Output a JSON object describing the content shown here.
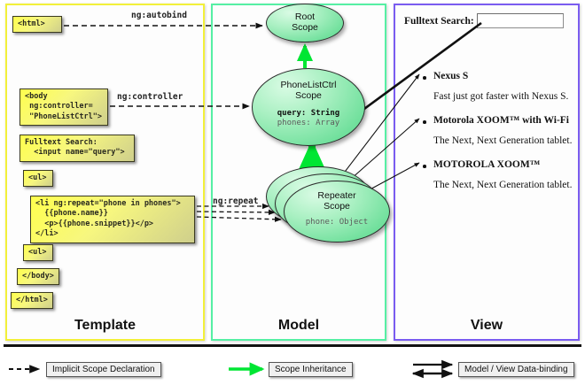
{
  "diagram": {
    "title": "AngularJS Template / Model / View data-binding diagram"
  },
  "columns": [
    {
      "id": "template",
      "label": "Template",
      "border_color": "#f2f03a"
    },
    {
      "id": "model",
      "label": "Model",
      "border_color": "#56efa4"
    },
    {
      "id": "view",
      "label": "View",
      "border_color": "#7a5cf0"
    }
  ],
  "template": {
    "boxes": [
      {
        "name": "html-open-box",
        "code": "<html>"
      },
      {
        "name": "body-open-box",
        "code": "<body\n ng:controller=\n \"PhoneListCtrl\">"
      },
      {
        "name": "search-input-box",
        "code": "Fulltext Search:\n  <input name=\"query\">"
      },
      {
        "name": "ul-open-box",
        "code": "<ul>"
      },
      {
        "name": "li-repeat-box",
        "code": "<li ng:repeat=\"phone in phones\">\n  {{phone.name}}\n  <p>{{phone.snippet}}</p>\n</li>"
      },
      {
        "name": "ul-close-box",
        "code": "<ul>"
      },
      {
        "name": "body-close-box",
        "code": "</body>"
      },
      {
        "name": "html-close-box",
        "code": "</html>"
      }
    ]
  },
  "model": {
    "scopes": [
      {
        "name": "root-scope",
        "title_line1": "Root",
        "title_line2": "Scope",
        "props": []
      },
      {
        "name": "phonelistctrl-scope",
        "title_line1": "PhoneListCtrl",
        "title_line2": "Scope",
        "props": [
          {
            "text": "query: String",
            "emphasis": "bold"
          },
          {
            "text": "phones: Array",
            "emphasis": "dim"
          }
        ]
      },
      {
        "name": "repeater-scope",
        "title_line1": "Repeater",
        "title_line2": "Scope",
        "props": [
          {
            "text": "phone: Object",
            "emphasis": "dim"
          }
        ]
      }
    ]
  },
  "wires": {
    "autobind_label": "ng:autobind",
    "controller_label": "ng:controller",
    "repeat_label": "ng:repeat"
  },
  "view": {
    "search_label": "Fulltext Search:",
    "search_value": "",
    "search_placeholder": "",
    "items": [
      {
        "name": "Nexus S",
        "snippet": "Fast just got faster with Nexus S."
      },
      {
        "name": "Motorola XOOM™  with Wi-Fi",
        "snippet": "The Next, Next Generation tablet."
      },
      {
        "name": "MOTOROLA XOOM™",
        "snippet": "The Next, Next Generation tablet."
      }
    ]
  },
  "legend": [
    {
      "name": "implicit-scope-declaration",
      "label": "Implicit Scope Declaration",
      "style": "dashed-black-arrow"
    },
    {
      "name": "scope-inheritance",
      "label": "Scope Inheritance",
      "style": "solid-green-arrow"
    },
    {
      "name": "model-view-data-binding",
      "label": "Model / View Data-binding",
      "style": "double-black-arrow"
    }
  ],
  "colors": {
    "template_border": "#f2f03a",
    "model_border": "#56efa4",
    "view_border": "#7a5cf0",
    "code_box_fill": "#ffff4d",
    "scope_fill": "#7fe3a5",
    "inheritance_arrow": "#00e633"
  }
}
